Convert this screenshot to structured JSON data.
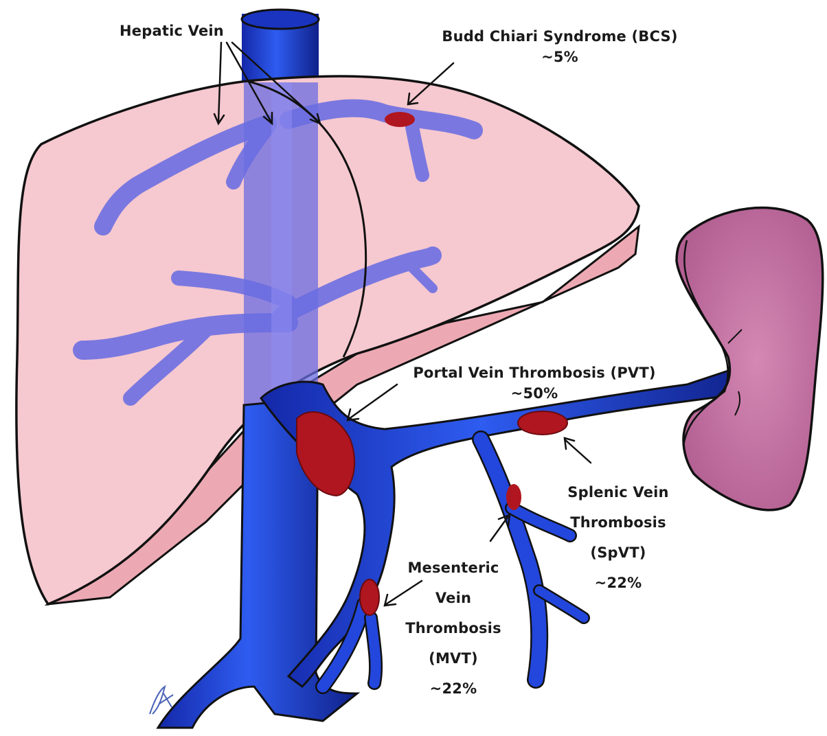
{
  "labels": {
    "hepatic_vein": "Hepatic Vein",
    "bcs": {
      "line1": "Budd Chiari Syndrome (BCS)",
      "line2": "~5%"
    },
    "pvt": {
      "line1": "Portal Vein Thrombosis (PVT)",
      "line2": "~50%"
    },
    "spvt": {
      "line1": "Splenic Vein",
      "line2": "Thrombosis",
      "line3": "(SpVT)",
      "line4": "~22%"
    },
    "mvt": {
      "line1": "Mesenteric",
      "line2": "Vein",
      "line3": "Thrombosis",
      "line4": "(MVT)",
      "line5": "~22%"
    }
  },
  "colors": {
    "liver": "#f6c8cf",
    "liver_under": "#eda9b3",
    "hepatic_vessels": "#7a78e0",
    "vein_blue": "#1f3fd6",
    "thrombus": "#b0161f",
    "spleen": "#c875a6",
    "outline": "#111111"
  },
  "icons": {
    "signature": "artist-signature-icon"
  }
}
